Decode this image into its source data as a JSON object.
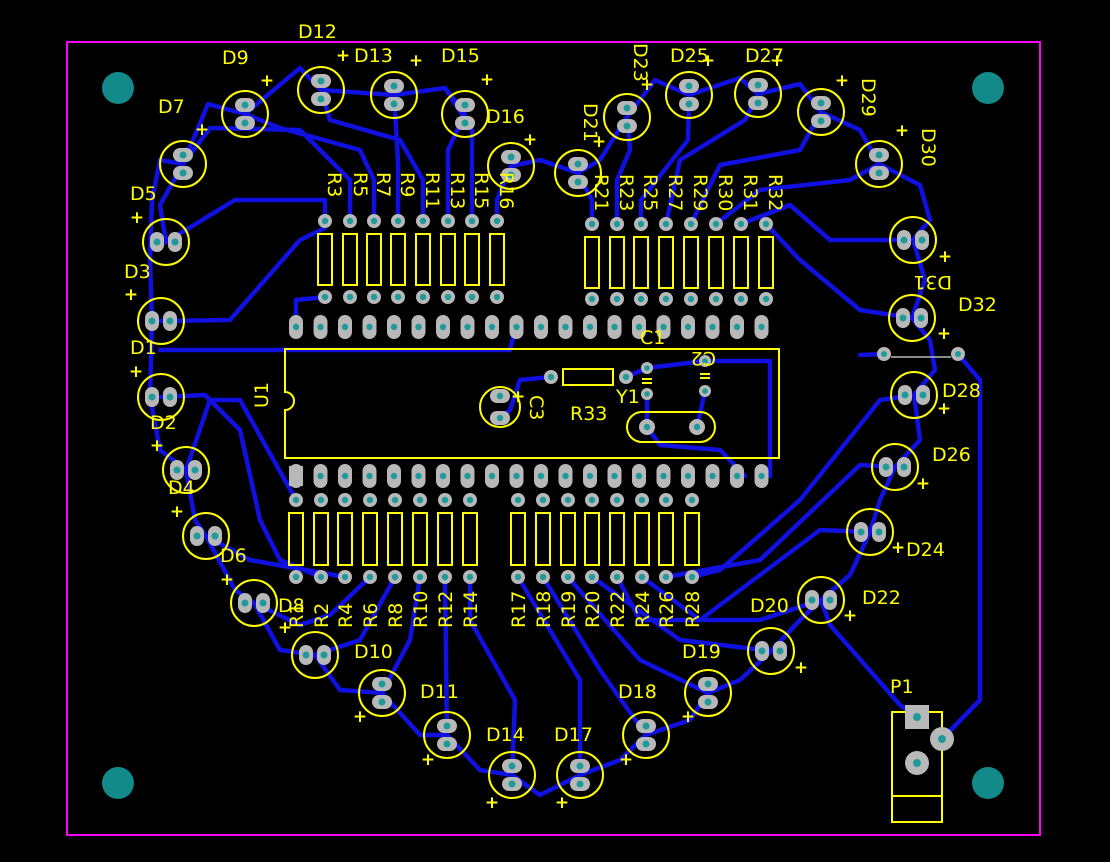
{
  "board": {
    "colors": {
      "background": "#000000",
      "outline": "#ff00ff",
      "silkscreen": "#ffff00",
      "track": "#1010e0",
      "pad": "#b8b8b8",
      "drill": "#1f9a9a",
      "mount_hole": "#128a8a"
    },
    "plus_marker": "+"
  },
  "leds": [
    {
      "name": "D1"
    },
    {
      "name": "D2"
    },
    {
      "name": "D3"
    },
    {
      "name": "D4"
    },
    {
      "name": "D5"
    },
    {
      "name": "D6"
    },
    {
      "name": "D7"
    },
    {
      "name": "D8"
    },
    {
      "name": "D9"
    },
    {
      "name": "D10"
    },
    {
      "name": "D11"
    },
    {
      "name": "D12"
    },
    {
      "name": "D13"
    },
    {
      "name": "D14"
    },
    {
      "name": "D15"
    },
    {
      "name": "D16"
    },
    {
      "name": "D17"
    },
    {
      "name": "D18"
    },
    {
      "name": "D19"
    },
    {
      "name": "D20"
    },
    {
      "name": "D21"
    },
    {
      "name": "D22"
    },
    {
      "name": "D23"
    },
    {
      "name": "D24"
    },
    {
      "name": "D25"
    },
    {
      "name": "D26"
    },
    {
      "name": "D27"
    },
    {
      "name": "D28"
    },
    {
      "name": "D29"
    },
    {
      "name": "D30"
    },
    {
      "name": "D31"
    },
    {
      "name": "D32"
    }
  ],
  "resistors": [
    {
      "name": "R1"
    },
    {
      "name": "R2"
    },
    {
      "name": "R3"
    },
    {
      "name": "R4"
    },
    {
      "name": "R5"
    },
    {
      "name": "R6"
    },
    {
      "name": "R7"
    },
    {
      "name": "R8"
    },
    {
      "name": "R9"
    },
    {
      "name": "R10"
    },
    {
      "name": "R11"
    },
    {
      "name": "R12"
    },
    {
      "name": "R13"
    },
    {
      "name": "R14"
    },
    {
      "name": "R15"
    },
    {
      "name": "R16"
    },
    {
      "name": "R17"
    },
    {
      "name": "R18"
    },
    {
      "name": "R19"
    },
    {
      "name": "R20"
    },
    {
      "name": "R21"
    },
    {
      "name": "R22"
    },
    {
      "name": "R23"
    },
    {
      "name": "R24"
    },
    {
      "name": "R25"
    },
    {
      "name": "R26"
    },
    {
      "name": "R27"
    },
    {
      "name": "R28"
    },
    {
      "name": "R29"
    },
    {
      "name": "R30"
    },
    {
      "name": "R31"
    },
    {
      "name": "R32"
    },
    {
      "name": "R33"
    }
  ],
  "others": [
    {
      "name": "U1"
    },
    {
      "name": "C1"
    },
    {
      "name": "C2"
    },
    {
      "name": "C3"
    },
    {
      "name": "Y1"
    },
    {
      "name": "P1"
    }
  ]
}
